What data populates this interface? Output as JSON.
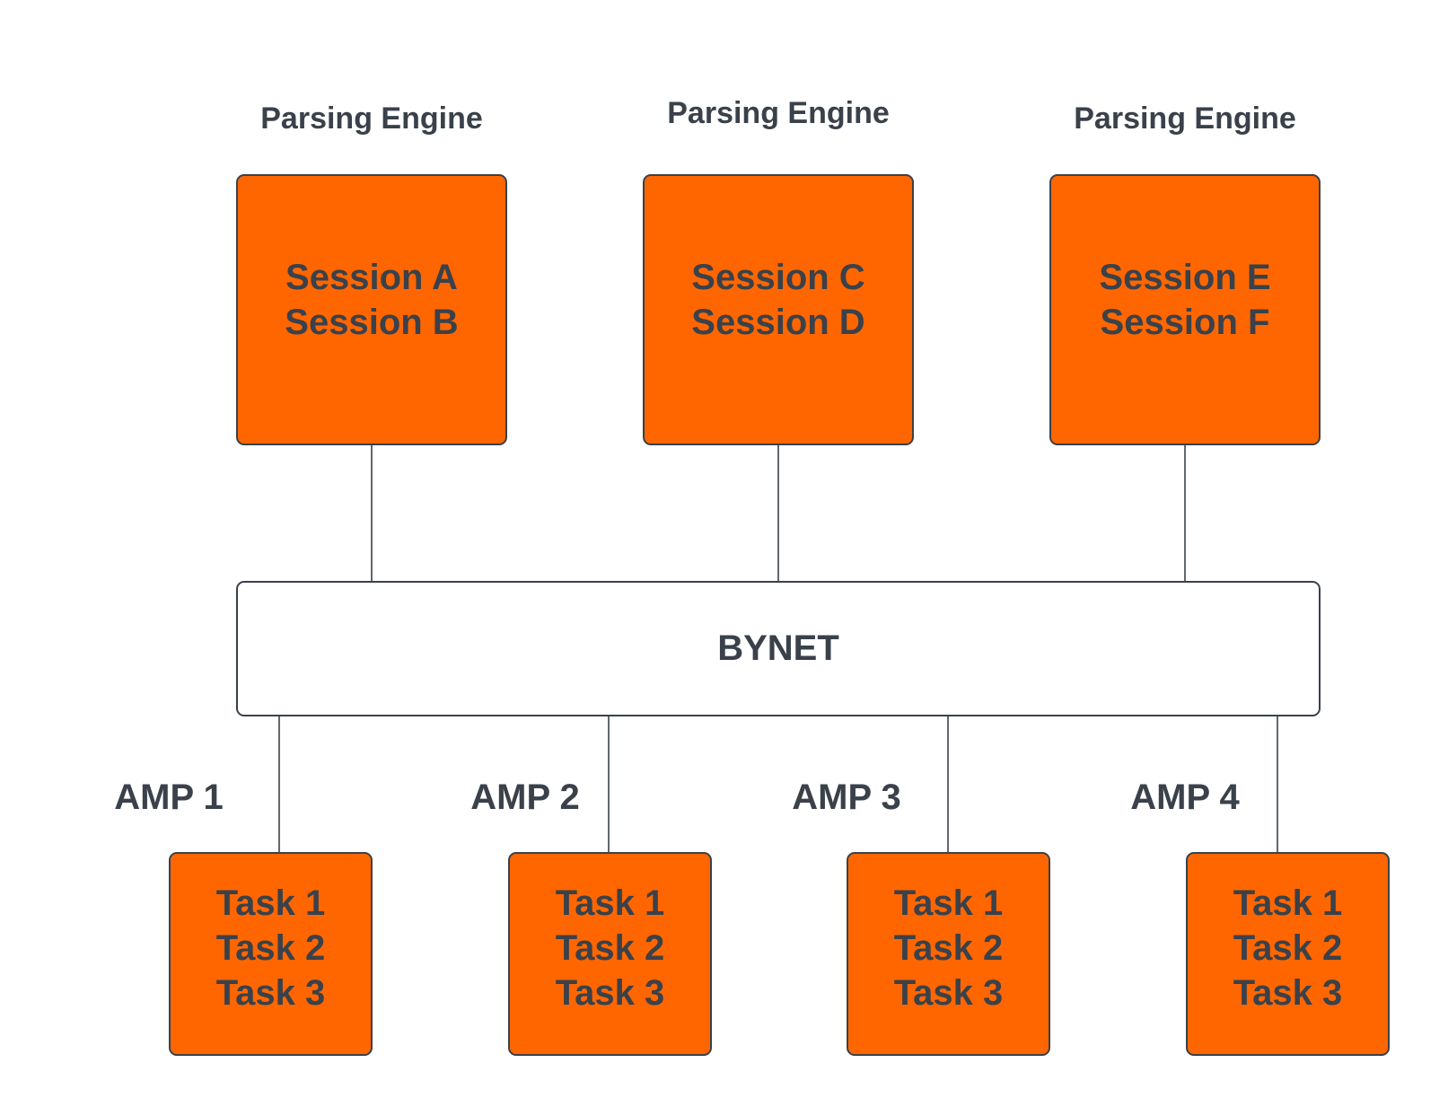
{
  "parsing_engines": [
    {
      "label": "Parsing Engine",
      "sessions": [
        "Session A",
        "Session B"
      ]
    },
    {
      "label": "Parsing Engine",
      "sessions": [
        "Session C",
        "Session D"
      ]
    },
    {
      "label": "Parsing Engine",
      "sessions": [
        "Session E",
        "Session F"
      ]
    }
  ],
  "bynet": {
    "label": "BYNET"
  },
  "amps": [
    {
      "label": "AMP 1",
      "tasks": [
        "Task 1",
        "Task 2",
        "Task 3"
      ]
    },
    {
      "label": "AMP 2",
      "tasks": [
        "Task 1",
        "Task 2",
        "Task 3"
      ]
    },
    {
      "label": "AMP 3",
      "tasks": [
        "Task 1",
        "Task 2",
        "Task 3"
      ]
    },
    {
      "label": "AMP 4",
      "tasks": [
        "Task 1",
        "Task 2",
        "Task 3"
      ]
    }
  ],
  "colors": {
    "box_fill": "#ff6600",
    "outline": "#3a414a",
    "text": "#3a414a",
    "background": "#ffffff"
  }
}
